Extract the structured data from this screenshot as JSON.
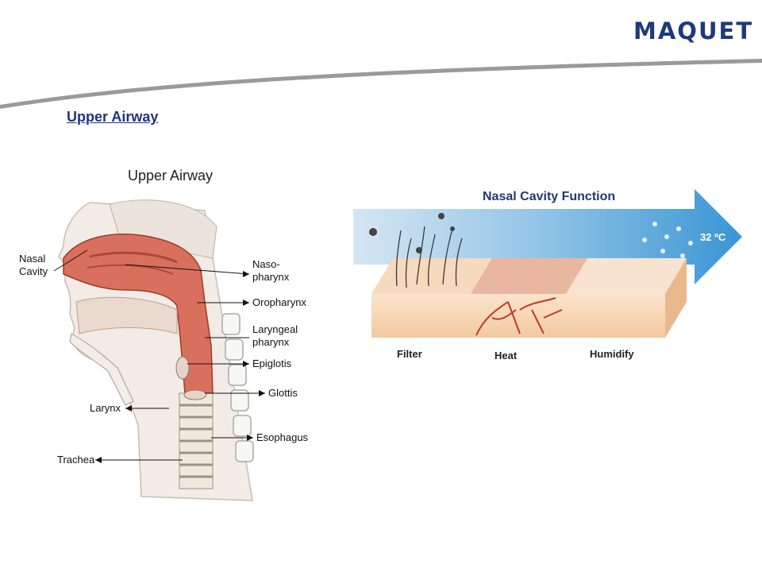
{
  "brand": {
    "logo_text": "MAQUET",
    "color": "#1e3a7b"
  },
  "slide": {
    "title": "Upper Airway"
  },
  "airway_diagram": {
    "title": "Upper Airway",
    "labels_left": {
      "nasal_1": "Nasal",
      "nasal_2": "Cavity",
      "larynx": "Larynx",
      "trachea": "Trachea"
    },
    "labels_right": {
      "naso_1": "Naso-",
      "naso_2": "pharynx",
      "oropharynx": "Oropharynx",
      "laryngeal_1": "Laryngeal",
      "laryngeal_2": "pharynx",
      "epiglotis": "Epiglotis",
      "glottis": "Glottis",
      "esophagus": "Esophagus"
    }
  },
  "nasal_function": {
    "title": "Nasal Cavity Function",
    "temperature": "32 ºC",
    "stages": {
      "filter": "Filter",
      "heat": "Heat",
      "humidify": "Humidify"
    }
  }
}
